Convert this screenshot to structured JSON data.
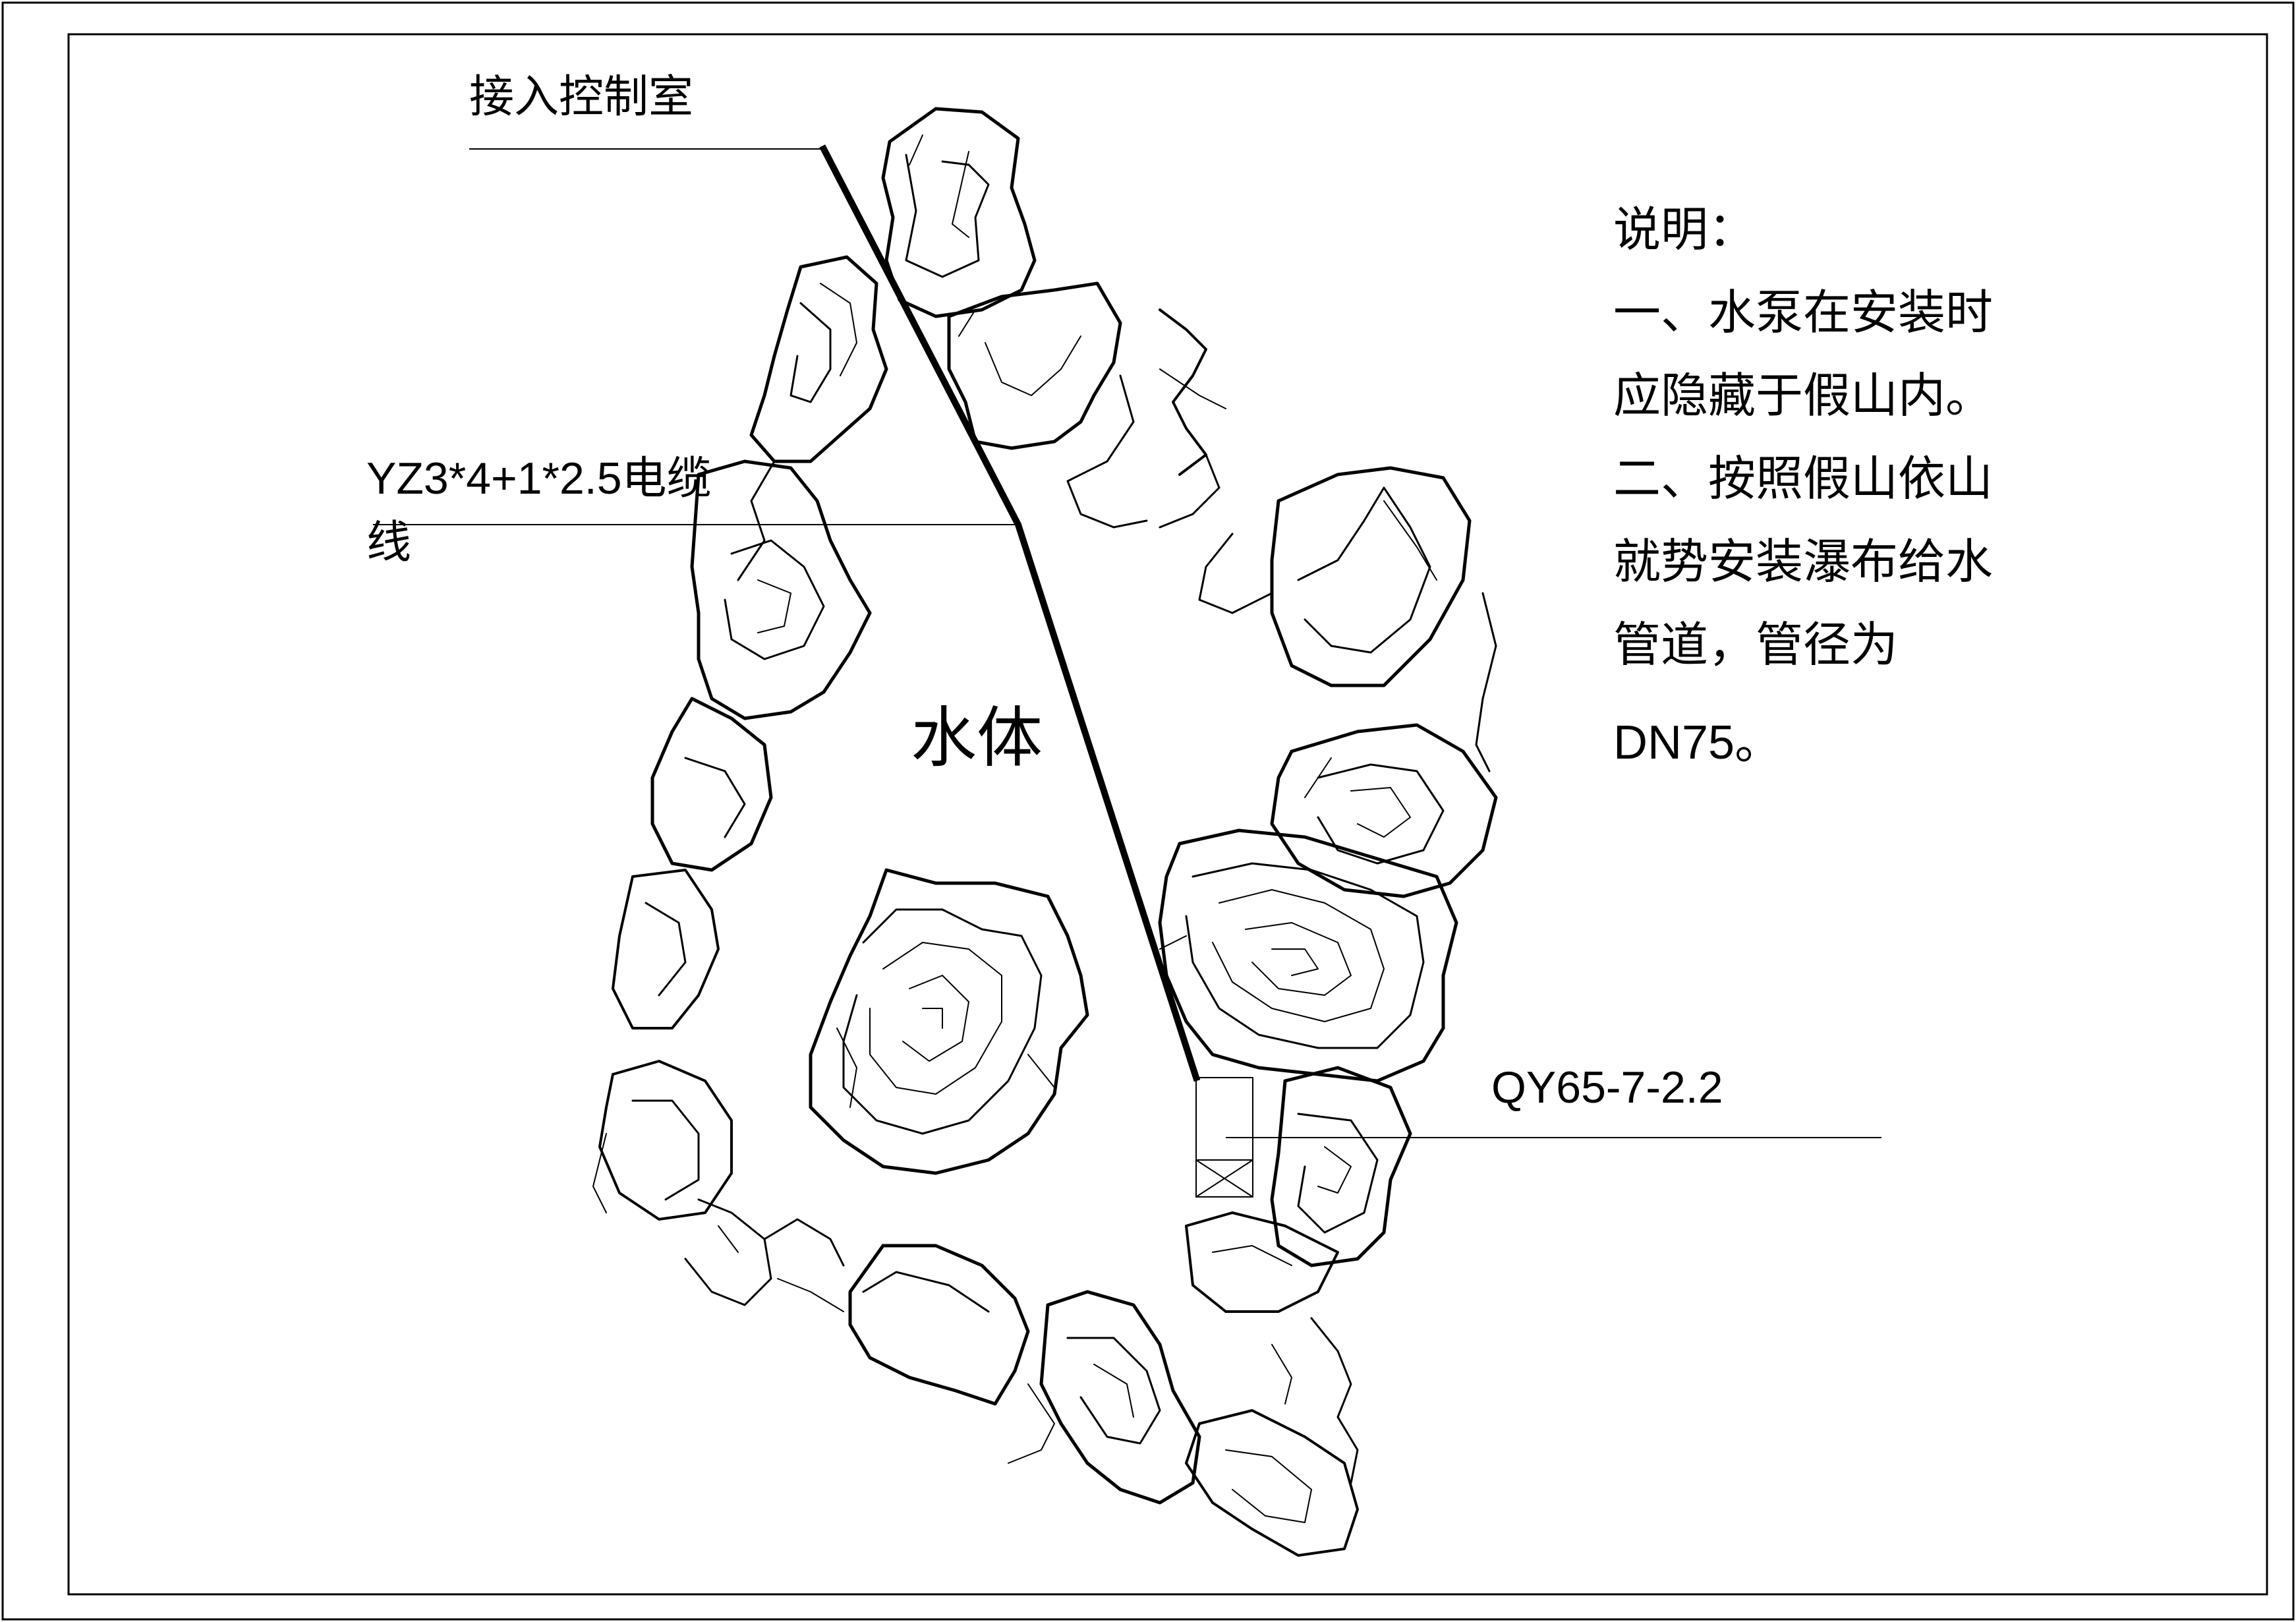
{
  "labels": {
    "control_room": "接入控制室",
    "cable_line1": "YZ3*4+1*2.5电缆",
    "cable_line2": "线",
    "water_body": "水体",
    "pump_model": "QY65-7-2.2"
  },
  "notes": {
    "title": "说明：",
    "lines": [
      "一、水泵在安装时",
      "应隐藏于假山内。",
      "二、按照假山依山",
      "就势安装瀑布给水",
      "管道，管径为"
    ],
    "spec": "DN75。"
  }
}
